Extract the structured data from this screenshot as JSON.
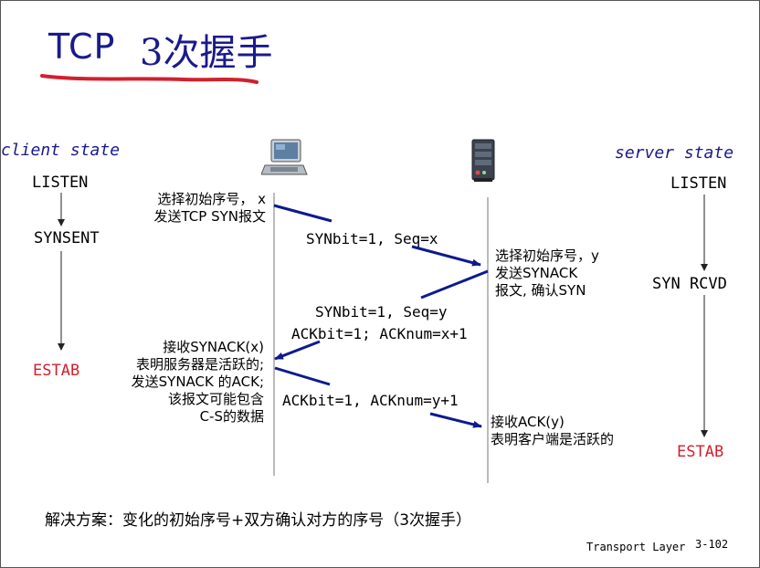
{
  "title": {
    "en": "TCP",
    "cn": "3次握手"
  },
  "client": {
    "header": "client state",
    "states": [
      "LISTEN",
      "SYNSENT",
      "ESTAB"
    ],
    "note1": [
      "选择初始序号，  x",
      "发送TCP SYN报文"
    ],
    "note2": [
      "接收SYNACK(x)",
      "表明服务器是活跃的;",
      "发送SYNACK 的ACK;",
      "该报文可能包含",
      "C-S的数据"
    ]
  },
  "server": {
    "header": "server state",
    "states": [
      "LISTEN",
      "SYN RCVD",
      "ESTAB"
    ],
    "note1": [
      "选择初始序号，y",
      "发送SYNACK",
      "报文, 确认SYN"
    ],
    "note2": [
      "接收ACK(y)",
      "表明客户端是活跃的"
    ]
  },
  "messages": {
    "syn": "SYNbit=1, Seq=x",
    "synack1": "SYNbit=1, Seq=y",
    "synack2": "ACKbit=1; ACKnum=x+1",
    "ack": "ACKbit=1, ACKnum=y+1"
  },
  "footer": {
    "caption": "解决方案：变化的初始序号+双方确认对方的序号（3次握手）",
    "course": "Transport Layer",
    "page": "3-102"
  },
  "icons": [
    "laptop-icon",
    "server-icon"
  ],
  "colors": {
    "title": "#1a1a8c",
    "arrow": "#0d1a8f",
    "estab": "#d1202e",
    "underline": "#d1202e"
  }
}
